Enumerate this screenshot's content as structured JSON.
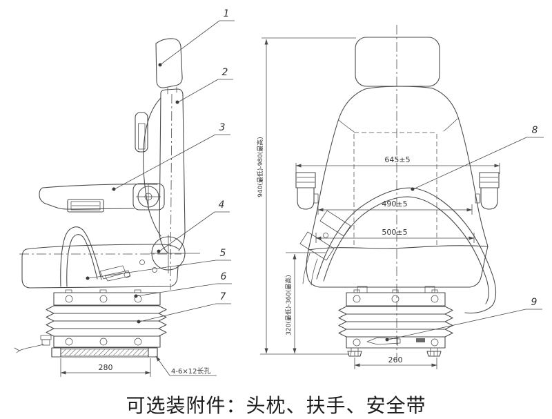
{
  "caption": {
    "text": "可选装附件：头枕、扶手、安全带"
  },
  "drawing": {
    "callouts": {
      "c1": "1",
      "c2": "2",
      "c3": "3",
      "c4": "4",
      "c5": "5",
      "c6": "6",
      "c7": "7",
      "c8": "8",
      "c9": "9"
    },
    "dimensions": {
      "side_base_width": "280",
      "front_base_width": "260",
      "overall_width": "645±5",
      "inner_width": "490±5",
      "cushion_width": "500±5",
      "overall_height": "940(最低)-980(最高)",
      "cushion_height": "320(最低)-360(最高)",
      "mounting_note": "4-6×12长孔"
    },
    "colors": {
      "line": "#4a4a4a",
      "text": "#333333",
      "background": "#ffffff"
    }
  }
}
